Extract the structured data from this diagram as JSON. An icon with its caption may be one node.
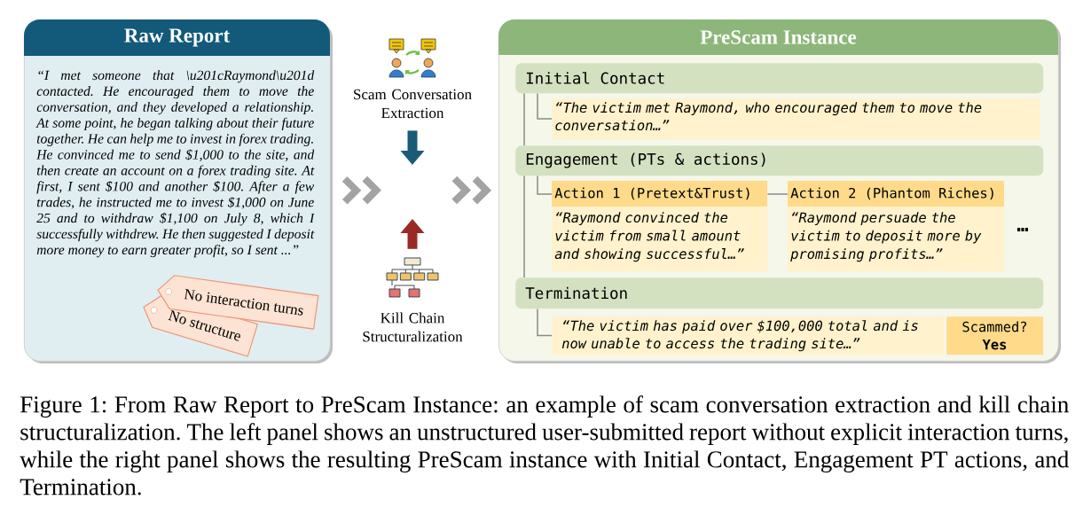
{
  "diagram": {
    "caption": "Figure 1: From Raw Report to PreScam Instance: an example of scam conversation extraction and kill chain structuralization. The left panel shows an unstructured user-submitted report without explicit interaction turns, while the right panel shows the resulting PreScam instance with Initial Contact, Engagement PT actions, and Termination.",
    "nodes": [
      {
        "text": [
          "Raw Report",
          "“I met someone that \\u201cRaymond\\u201d contacted. He encouraged them to move the conversation, and they developed a relationship. At some point, he began talking about their future together. He can help me to invest in forex trading. He convinced me to send $1,000 to the site, and then create an account on a forex trading site. At first, I sent $100 and another $100. After a few trades, he instructed me to invest $1,000 on June 25 and to withdraw $1,100 on July 8, which I successfully withdrew. He then suggested I deposit more money to earn greater profit, so I sent ...”"
        ]
      },
      {
        "text": [
          "No interaction turns"
        ],
        "in": 0
      },
      {
        "text": [
          "No structure"
        ],
        "in": 0
      },
      {
        "text": [
          "Scam Conversation Extraction"
        ]
      },
      {
        "text": [],
        "shape": "picture",
        "beside": [
          "Kill Chain Structuralization"
        ]
      },
      {
        "text": [
          "PreScam Instance"
        ]
      },
      {
        "text": [
          "Initial Contact"
        ],
        "in": 5
      },
      {
        "text": [
          "“The victim met Raymond, who encouraged them to move the conversation…”"
        ],
        "in": 5
      },
      {
        "text": [
          "Engagement (PTs & actions)"
        ],
        "in": 5
      },
      {
        "text": [
          "Action 1 (Pretext&Trust)",
          "“Raymond convinced the victim from small amount and showing successful…”"
        ],
        "in": 5
      },
      {
        "text": [
          "Action 2 (Phantom Riches)",
          "“Raymond persuade the victim to deposit more by promising profits…”"
        ],
        "in": 5
      },
      {
        "text": [
          "Termination"
        ],
        "in": 5
      },
      {
        "text": [
          "“The victim has paid over $100,000 total and is now unable to access the trading site…”"
        ],
        "in": 5
      },
      {
        "text": [
          "Scammed?",
          "Yes"
        ],
        "in": 5
      }
    ],
    "edges": [
      {
        "from": 0,
        "to": null,
        "arrow": "to",
        "style": "thick"
      },
      {
        "from": 3,
        "to": null,
        "arrow": "to",
        "style": "thick",
        "color": "#1a5c78"
      },
      {
        "from": 4,
        "to": null,
        "arrow": "to",
        "style": "thick",
        "color": "#992b24"
      },
      {
        "from": null,
        "to": 5,
        "arrow": "to",
        "style": "thick"
      },
      {
        "from": 6,
        "to": 7,
        "arrow": "none"
      },
      {
        "from": 6,
        "to": 8,
        "arrow": "none"
      },
      {
        "from": 8,
        "to": 9,
        "arrow": "none"
      },
      {
        "from": 9,
        "to": 10,
        "arrow": "none"
      },
      {
        "from": 8,
        "to": 11,
        "arrow": "none"
      },
      {
        "from": 11,
        "to": 12,
        "arrow": "none"
      }
    ],
    "labels": [
      "…"
    ]
  }
}
